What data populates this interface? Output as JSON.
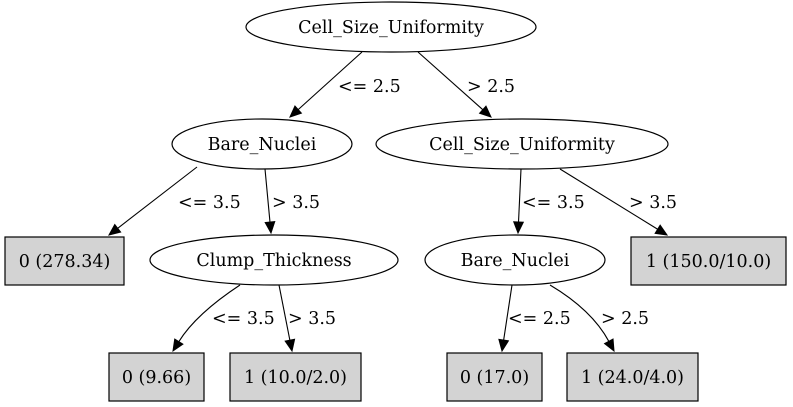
{
  "tree": {
    "nodes": [
      {
        "id": "n0",
        "kind": "split",
        "label": "Cell_Size_Uniformity"
      },
      {
        "id": "n1",
        "kind": "split",
        "label": "Bare_Nuclei"
      },
      {
        "id": "n2",
        "kind": "split",
        "label": "Cell_Size_Uniformity"
      },
      {
        "id": "n3",
        "kind": "leaf",
        "label": "0 (278.34)"
      },
      {
        "id": "n4",
        "kind": "split",
        "label": "Clump_Thickness"
      },
      {
        "id": "n5",
        "kind": "split",
        "label": "Bare_Nuclei"
      },
      {
        "id": "n6",
        "kind": "leaf",
        "label": "1 (150.0/10.0)"
      },
      {
        "id": "n7",
        "kind": "leaf",
        "label": "0 (9.66)"
      },
      {
        "id": "n8",
        "kind": "leaf",
        "label": "1 (10.0/2.0)"
      },
      {
        "id": "n9",
        "kind": "leaf",
        "label": "0 (17.0)"
      },
      {
        "id": "n10",
        "kind": "leaf",
        "label": "1 (24.0/4.0)"
      }
    ],
    "edges": [
      {
        "id": "e0",
        "from": "n0",
        "to": "n1",
        "label": "<= 2.5"
      },
      {
        "id": "e1",
        "from": "n0",
        "to": "n2",
        "label": "> 2.5"
      },
      {
        "id": "e2",
        "from": "n1",
        "to": "n3",
        "label": "<= 3.5"
      },
      {
        "id": "e3",
        "from": "n1",
        "to": "n4",
        "label": "> 3.5"
      },
      {
        "id": "e4",
        "from": "n2",
        "to": "n5",
        "label": "<= 3.5"
      },
      {
        "id": "e5",
        "from": "n2",
        "to": "n6",
        "label": "> 3.5"
      },
      {
        "id": "e6",
        "from": "n4",
        "to": "n7",
        "label": "<= 3.5"
      },
      {
        "id": "e7",
        "from": "n4",
        "to": "n8",
        "label": "> 3.5"
      },
      {
        "id": "e8",
        "from": "n5",
        "to": "n9",
        "label": "<= 2.5"
      },
      {
        "id": "e9",
        "from": "n5",
        "to": "n10",
        "label": "> 2.5"
      }
    ]
  },
  "colors": {
    "leaf_fill": "#d3d3d3",
    "split_fill": "#ffffff",
    "stroke": "#000000"
  }
}
